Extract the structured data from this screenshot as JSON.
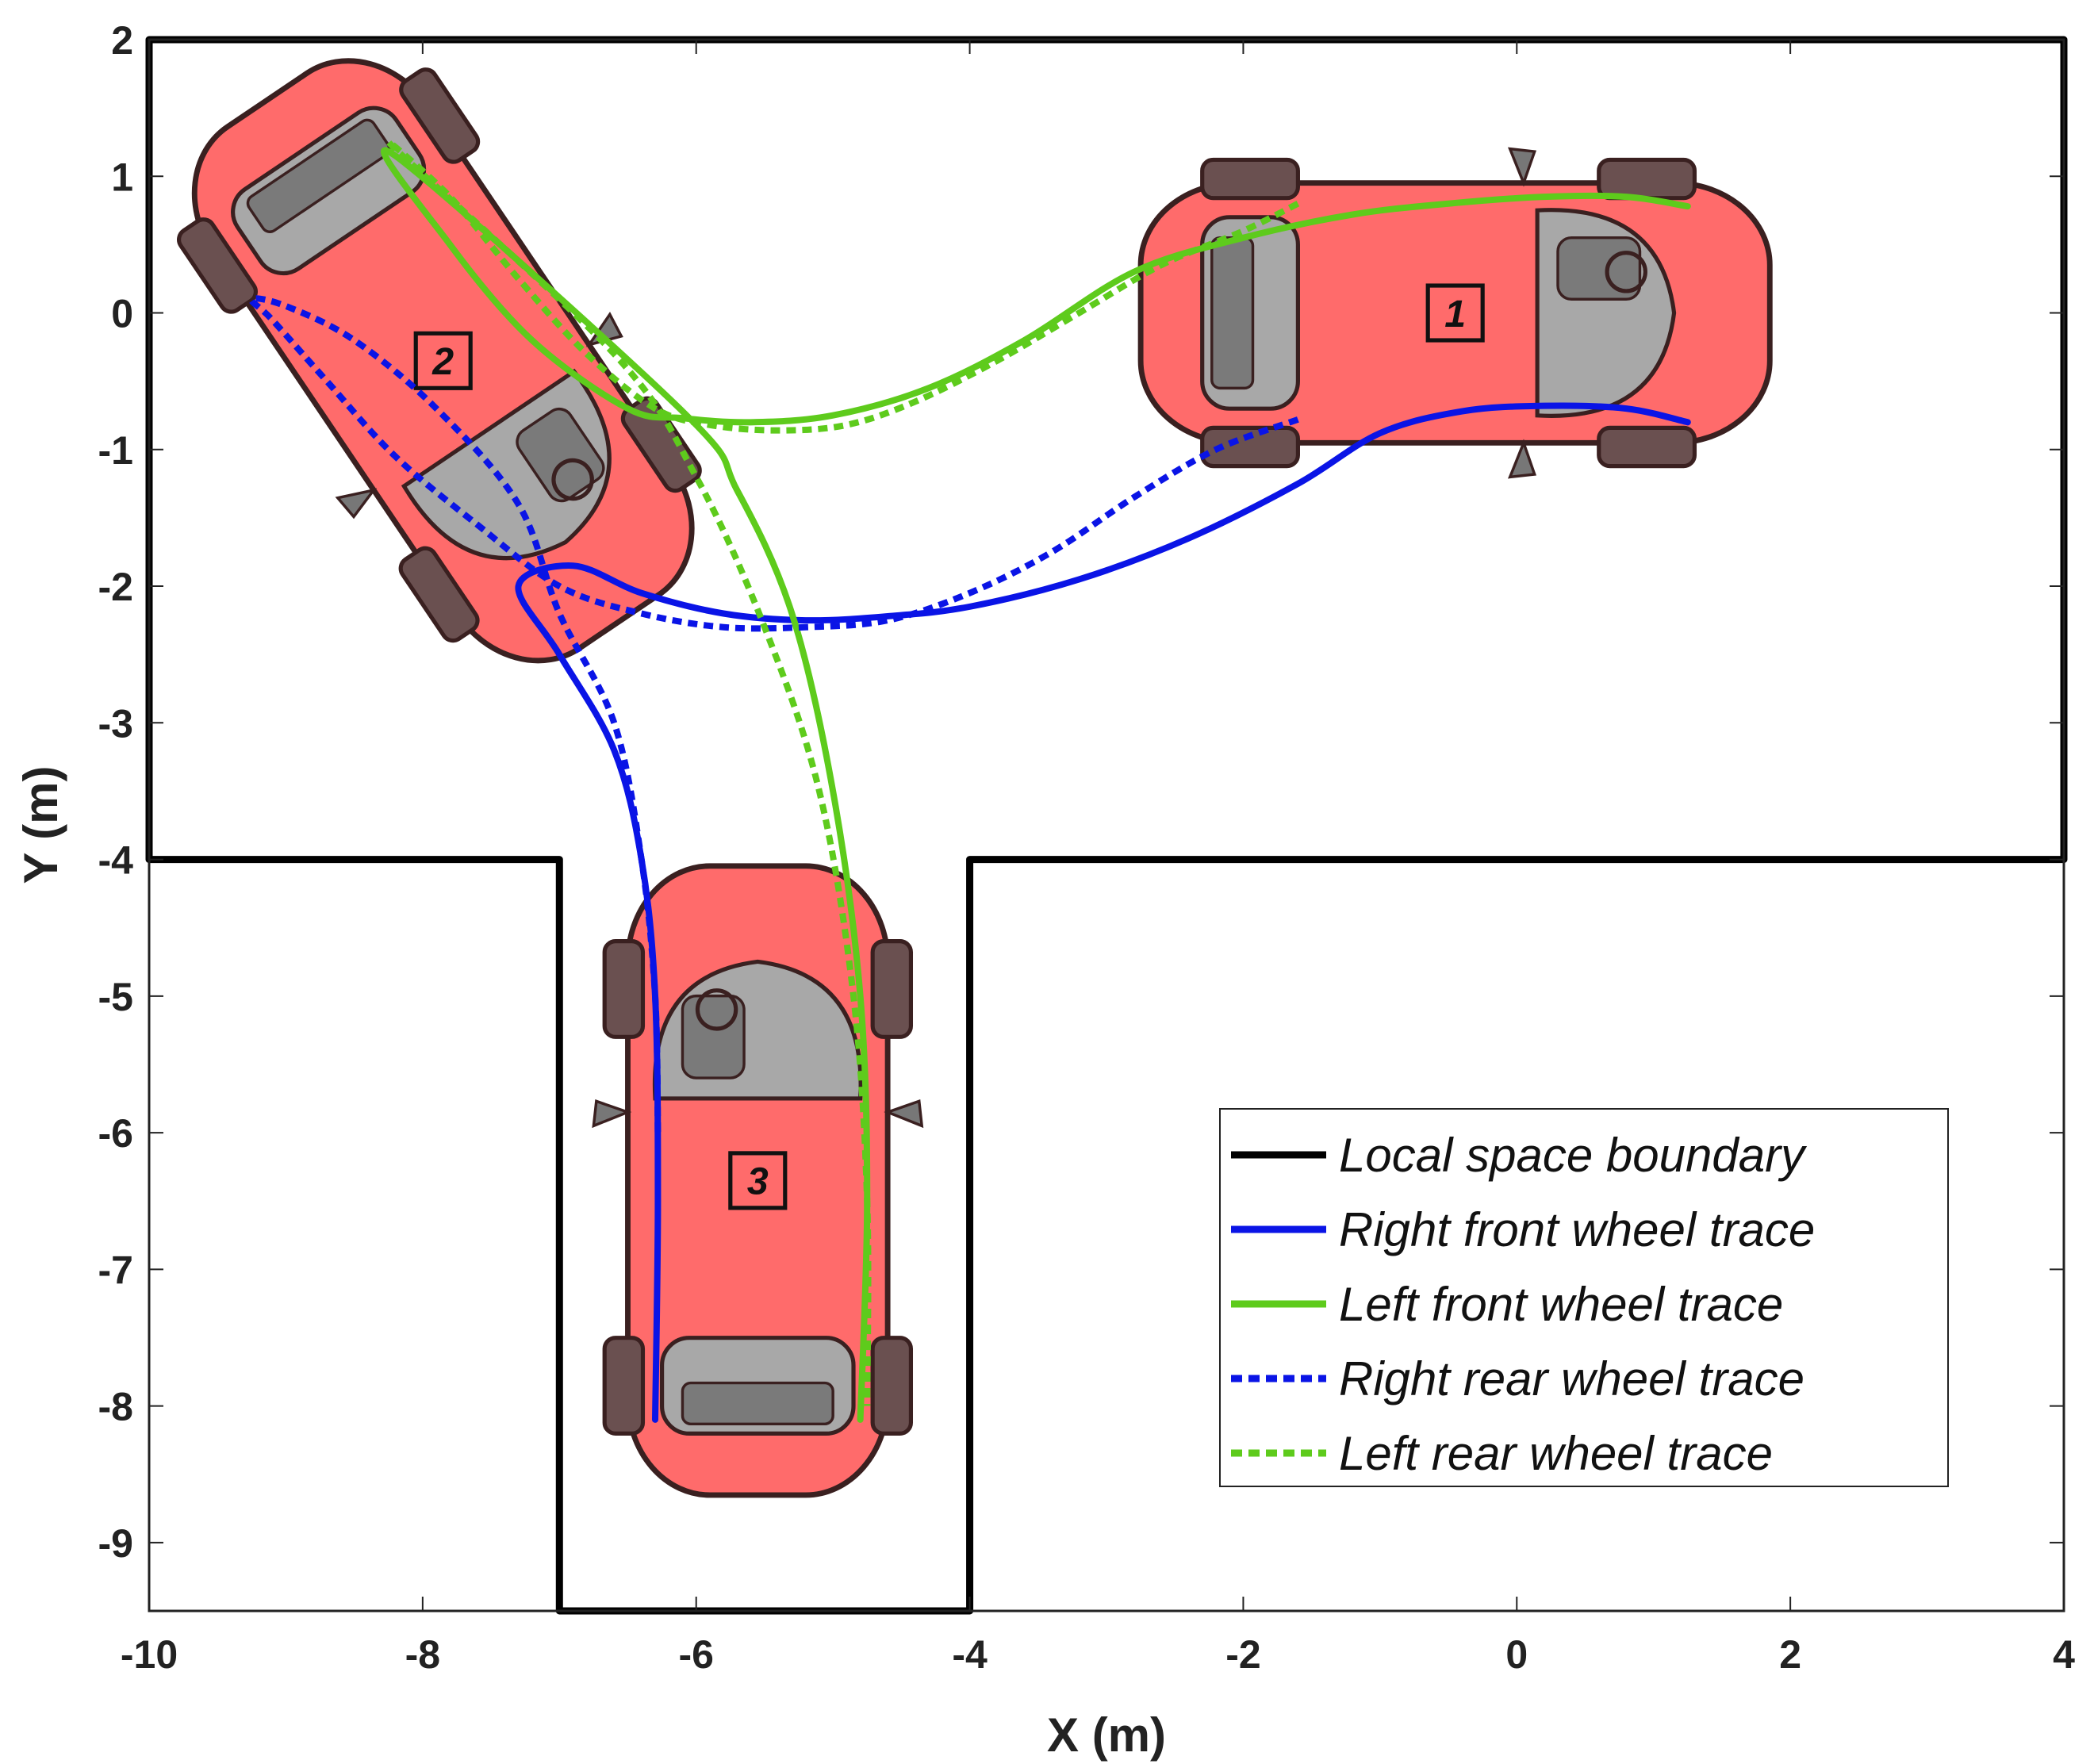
{
  "chart_data": {
    "type": "line",
    "title": "",
    "xlabel": "X (m)",
    "ylabel": "Y (m)",
    "xlim": [
      -10,
      4
    ],
    "ylim": [
      -9.5,
      2
    ],
    "xticks": [
      -10,
      -8,
      -6,
      -4,
      -2,
      0,
      2,
      4
    ],
    "yticks": [
      2,
      1,
      0,
      -1,
      -2,
      -3,
      -4,
      -5,
      -6,
      -7,
      -8,
      -9
    ],
    "xtick_labels": [
      "-10",
      "-8",
      "-6",
      "-4",
      "-2",
      "0",
      "2",
      "4"
    ],
    "ytick_labels": [
      "2",
      "1",
      "0",
      "-1",
      "-2",
      "-3",
      "-4",
      "-5",
      "-6",
      "-7",
      "-8",
      "-9"
    ],
    "grid": false,
    "legend_position": "bottom-right",
    "series": [
      {
        "name": "Local space boundary",
        "color": "#000000",
        "style": "solid",
        "x": [
          -10,
          -10,
          4,
          4,
          -4,
          -4,
          -7,
          -7,
          -10
        ],
        "y": [
          -4,
          2,
          2,
          -4,
          -4,
          -9.5,
          -9.5,
          -4,
          -4
        ]
      },
      {
        "name": "Right front wheel trace",
        "color": "#0a14e6",
        "style": "solid",
        "x": [
          1.25,
          0.8,
          0.2,
          -0.4,
          -1.0,
          -1.6,
          -2.4,
          -3.2,
          -4.0,
          -4.6,
          -5.2,
          -5.8,
          -6.4,
          -6.9,
          -7.3,
          -7.0,
          -6.6,
          -6.4,
          -6.3,
          -6.28,
          -6.3
        ],
        "y": [
          -0.8,
          -0.7,
          -0.68,
          -0.72,
          -0.88,
          -1.25,
          -1.65,
          -1.95,
          -2.15,
          -2.22,
          -2.25,
          -2.2,
          -2.05,
          -1.85,
          -2.0,
          -2.5,
          -3.2,
          -4.0,
          -5.0,
          -6.5,
          -8.1
        ]
      },
      {
        "name": "Left front wheel trace",
        "color": "#5ecb1c",
        "style": "solid",
        "x": [
          1.25,
          0.8,
          0.2,
          -0.5,
          -1.2,
          -2.0,
          -2.8,
          -3.6,
          -4.3,
          -5.0,
          -5.6,
          -6.1,
          -6.5,
          -7.2,
          -7.8,
          -8.2,
          -6.1,
          -5.7,
          -5.3,
          -5.0,
          -4.8,
          -4.75,
          -4.8
        ],
        "y": [
          0.78,
          0.85,
          0.85,
          0.8,
          0.72,
          0.55,
          0.3,
          -0.2,
          -0.55,
          -0.75,
          -0.8,
          -0.77,
          -0.7,
          -0.2,
          0.5,
          1.15,
          -0.72,
          -1.3,
          -2.2,
          -3.5,
          -5.0,
          -6.5,
          -8.1
        ]
      },
      {
        "name": "Right rear wheel trace",
        "color": "#0a14e6",
        "style": "dotted",
        "x": [
          -1.6,
          -2.2,
          -2.8,
          -3.4,
          -4.0,
          -4.6,
          -5.2,
          -5.8,
          -6.4,
          -7.0,
          -7.6,
          -8.2,
          -8.7,
          -9.1,
          -9.25,
          -9.0,
          -8.5,
          -7.9,
          -7.3,
          -7.0,
          -6.6,
          -6.4,
          -6.3,
          -6.28
        ],
        "y": [
          -0.78,
          -1.0,
          -1.35,
          -1.75,
          -2.05,
          -2.25,
          -2.3,
          -2.3,
          -2.2,
          -2.0,
          -1.55,
          -1.05,
          -0.5,
          -0.05,
          0.1,
          0.05,
          -0.2,
          -0.7,
          -1.4,
          -2.2,
          -3.0,
          -4.0,
          -5.0,
          -6.0
        ]
      },
      {
        "name": "Left rear wheel trace",
        "color": "#5ecb1c",
        "style": "dotted",
        "x": [
          -1.6,
          -2.0,
          -2.6,
          -3.2,
          -3.8,
          -4.4,
          -4.9,
          -5.4,
          -5.9,
          -6.3,
          -6.8,
          -7.3,
          -7.8,
          -8.2,
          -6.6,
          -6.0,
          -5.5,
          -5.1,
          -4.85,
          -4.75,
          -4.75
        ],
        "y": [
          0.8,
          0.6,
          0.35,
          0.0,
          -0.35,
          -0.65,
          -0.82,
          -0.86,
          -0.82,
          -0.7,
          -0.3,
          0.25,
          0.85,
          1.2,
          -0.3,
          -1.2,
          -2.3,
          -3.5,
          -5.0,
          -6.5,
          -8.0
        ]
      }
    ],
    "vehicles": [
      {
        "label": "1",
        "cx": -0.45,
        "cy": 0.0,
        "heading_deg": 0
      },
      {
        "label": "2",
        "cx": -7.85,
        "cy": -0.35,
        "heading_deg": -56
      },
      {
        "label": "3",
        "cx": -5.55,
        "cy": -6.35,
        "heading_deg": 90
      }
    ]
  },
  "colors": {
    "car_body": "#ff6b6b",
    "car_outline": "#3a2020",
    "cabin": "#a8a8a8",
    "cabin_dark": "#7a7a7a"
  }
}
